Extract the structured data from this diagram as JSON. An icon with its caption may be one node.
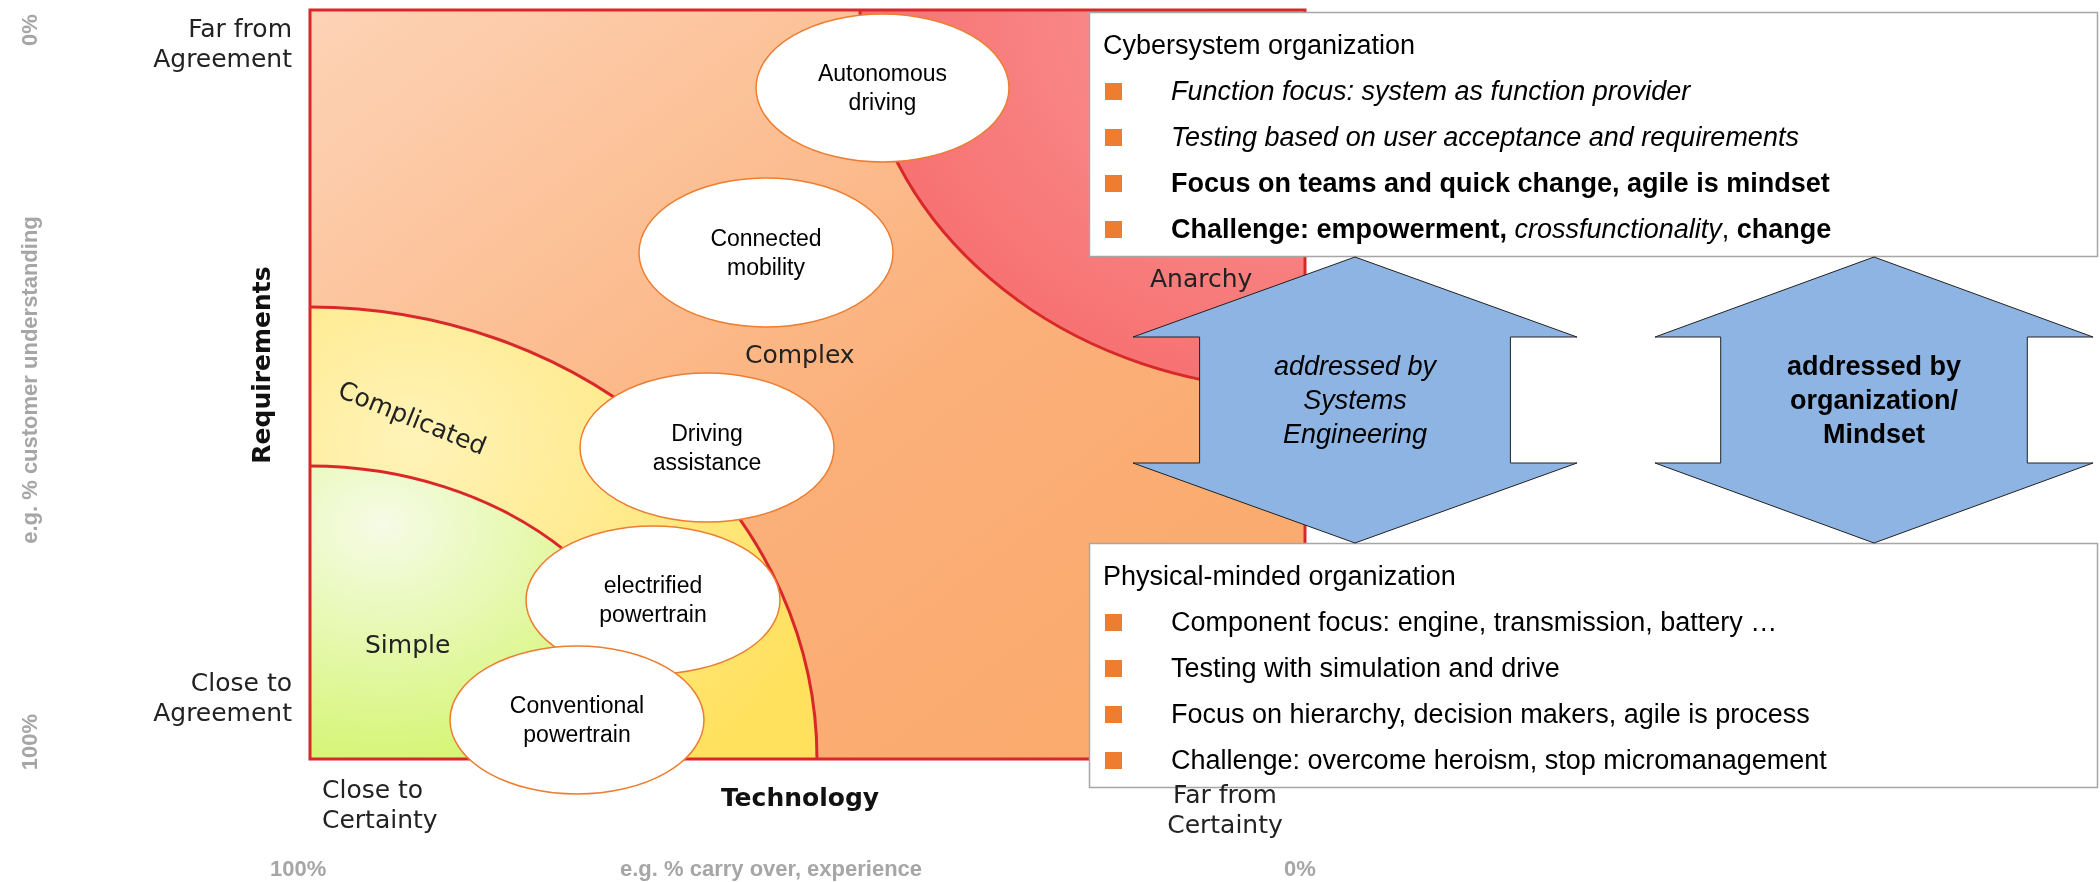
{
  "diagram": {
    "nodes": [
      {
        "text": [
          "Autonomous driving"
        ]
      },
      {
        "text": [
          "Connected mobility"
        ]
      },
      {
        "text": [
          "Driving assistance"
        ]
      },
      {
        "text": [
          "electrified powertrain"
        ]
      },
      {
        "text": [
          "Conventional powertrain"
        ]
      },
      {
        "text": [
          "Cybersystem organization",
          "Function focus: system as function provider",
          "Testing based on user acceptance and requirements",
          "Focus on teams and quick change, agile is mindset",
          "**Challenge: empowerment,** *crossfunctionality*, **change**"
        ]
      },
      {
        "text": [
          "Physical-minded organization",
          "Component focus: engine, transmission, battery …",
          "Testing with simulation and drive",
          "Focus on hierarchy, decision makers, agile is process",
          "Challenge: overcome heroism, stop micromanagement"
        ]
      }
    ],
    "edges": [
      {
        "from": 5,
        "to": 6,
        "arrow": "both",
        "label": "addressed by Systems Engineering"
      },
      {
        "from": 5,
        "to": 6,
        "arrow": "both",
        "label": "addressed by organization/ Mindset"
      }
    ],
    "labels": [
      "Far from Agreement",
      "Anarchy",
      "Complex",
      "Complicated",
      "Simple",
      "Close to Agreement",
      "Requirements",
      "e.g. % customer understanding",
      "0%",
      "100%",
      "Close to Certainty",
      "Technology",
      "Far from Certainty",
      "100%",
      "e.g. % carry over, experience",
      "0%"
    ]
  }
}
